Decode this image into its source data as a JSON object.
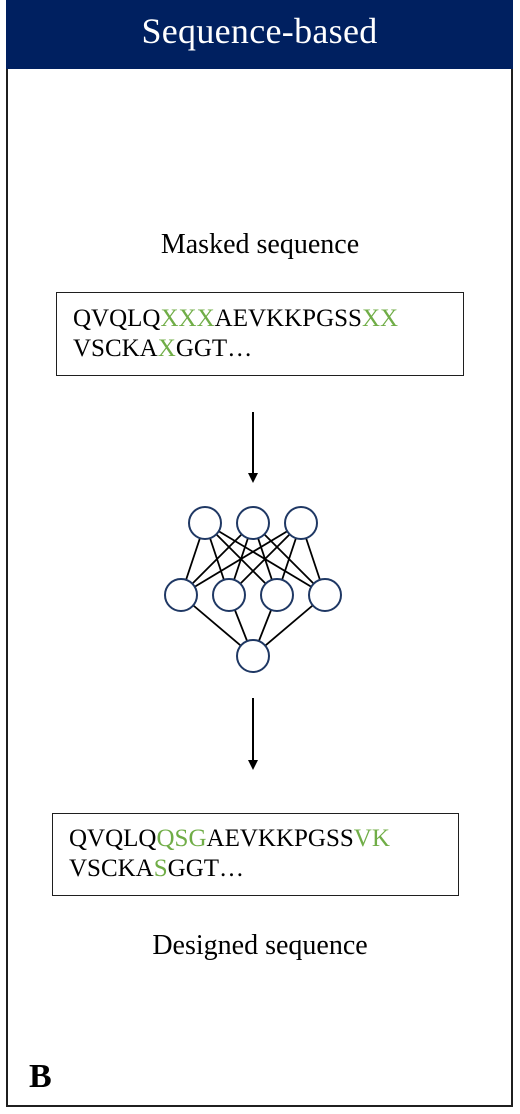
{
  "header": {
    "title": "Sequence-based",
    "background_color": "#002060"
  },
  "input": {
    "caption": "Masked sequence",
    "line1": [
      {
        "text": "QVQLQ",
        "highlight": false
      },
      {
        "text": "XXX",
        "highlight": true
      },
      {
        "text": "AEVKKPGSS",
        "highlight": false
      },
      {
        "text": "XX",
        "highlight": true
      }
    ],
    "line2": [
      {
        "text": "VSCKA",
        "highlight": false
      },
      {
        "text": "X",
        "highlight": true
      },
      {
        "text": "GGT…",
        "highlight": false
      }
    ]
  },
  "model": {
    "icon": "neural-network-icon",
    "layers": [
      3,
      4,
      1
    ],
    "node_stroke_color": "#1f3864"
  },
  "output": {
    "caption": "Designed sequence",
    "line1": [
      {
        "text": "QVQLQ",
        "highlight": false
      },
      {
        "text": "QSG",
        "highlight": true
      },
      {
        "text": "AEVKKPGSS",
        "highlight": false
      },
      {
        "text": "VK",
        "highlight": true
      }
    ],
    "line2": [
      {
        "text": "VSCKA",
        "highlight": false
      },
      {
        "text": "S",
        "highlight": true
      },
      {
        "text": "GGT…",
        "highlight": false
      }
    ]
  },
  "panel_label": "B",
  "highlight_color": "#70ad47"
}
